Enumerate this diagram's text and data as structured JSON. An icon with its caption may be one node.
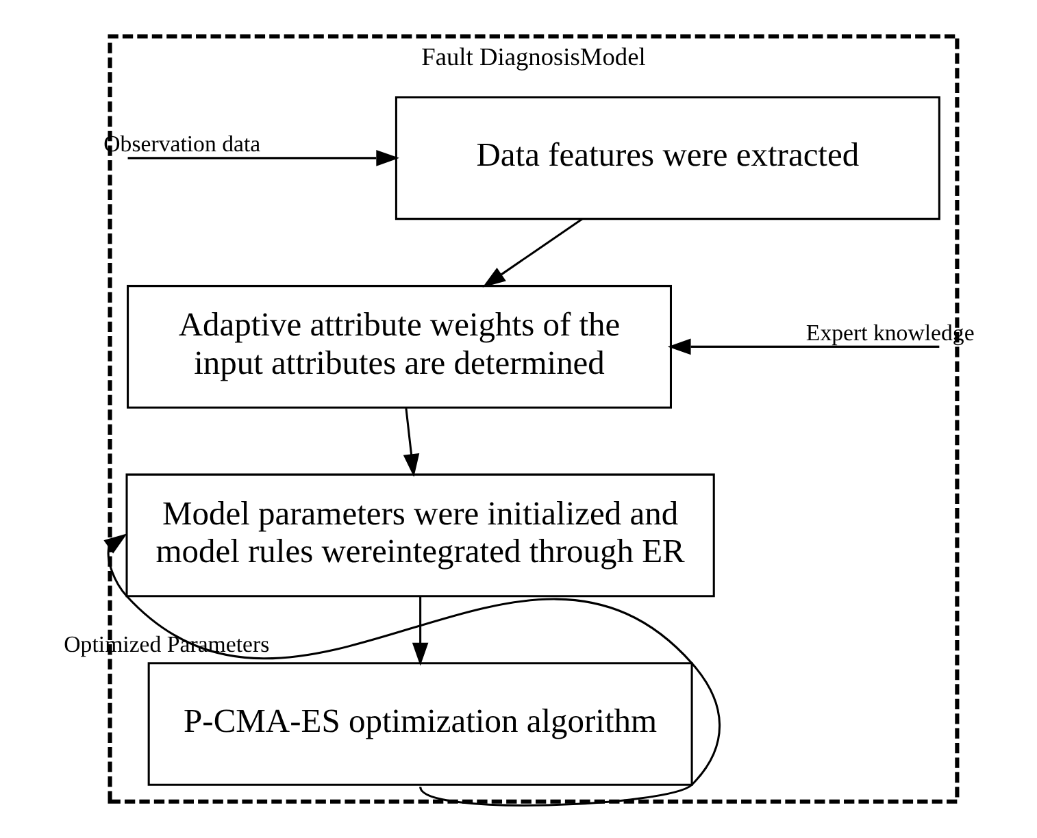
{
  "diagram": {
    "nodes": [
      {
        "text": [
          "Fault DiagnosisModel"
        ]
      },
      {
        "text": [
          "Data features were extracted"
        ],
        "in": 0
      },
      {
        "text": [
          "Adaptive attribute weights of the input attributes are determined"
        ],
        "in": 0
      },
      {
        "text": [
          "Model parameters were initialized and model rules wereintegrated through ER"
        ],
        "in": 0
      },
      {
        "text": [
          "P-CMA-ES optimization algorithm"
        ],
        "in": 0
      }
    ],
    "edges": [
      {
        "from": null,
        "to": 1,
        "arrow": "to",
        "label": "Observation data"
      },
      {
        "from": 1,
        "to": 2,
        "arrow": "to"
      },
      {
        "from": null,
        "to": 2,
        "arrow": "to",
        "label": "Expert knowledge"
      },
      {
        "from": 2,
        "to": 3,
        "arrow": "to"
      },
      {
        "from": 3,
        "to": 4,
        "arrow": "to"
      },
      {
        "from": 4,
        "to": 3,
        "arrow": "to",
        "label": "Optimized Parameters"
      }
    ]
  }
}
